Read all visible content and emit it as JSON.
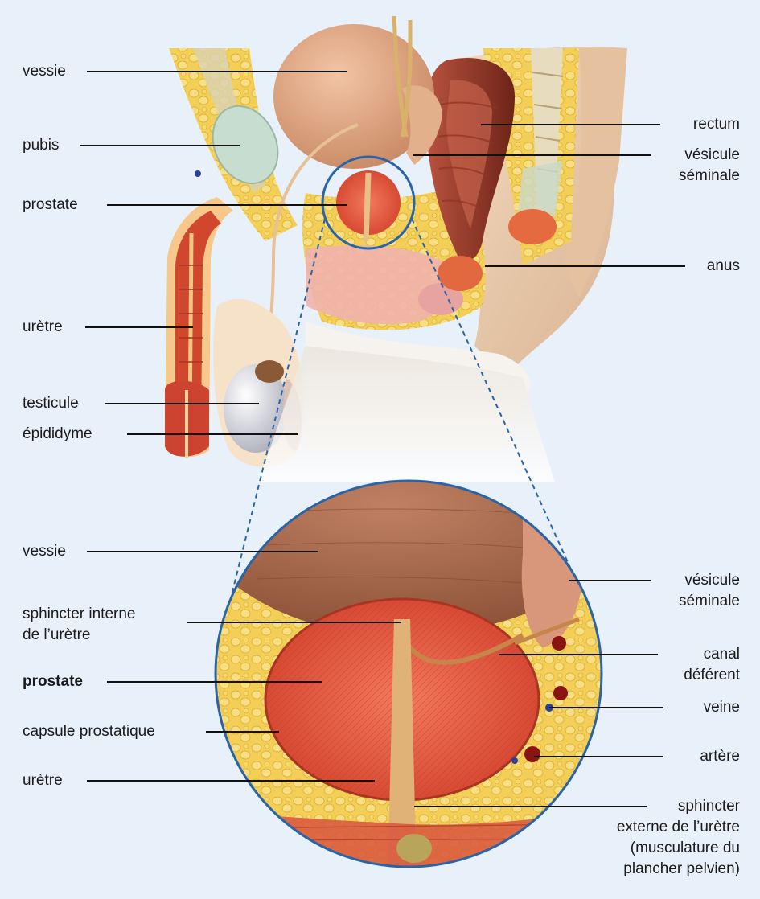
{
  "colors": {
    "background": "#e8f1fa",
    "zoom_ring": "#2a64a8",
    "leader_line": "#111111",
    "fat": "#f2cf55",
    "prostate": "#e0553b",
    "bladder": "#a66a4e"
  },
  "labels_left_upper": {
    "vessie": "vessie",
    "pubis": "pubis",
    "prostate": "prostate",
    "uretre": "urètre",
    "testicule": "testicule",
    "epididyme": "épididyme"
  },
  "labels_right_upper": {
    "rectum": "rectum",
    "vesicule_1": "vésicule",
    "vesicule_2": "séminale",
    "anus": "anus"
  },
  "labels_left_lower": {
    "vessie": "vessie",
    "sphincter_int_1": "sphincter interne",
    "sphincter_int_2": "de l’urètre",
    "prostate": "prostate",
    "capsule": "capsule prostatique",
    "uretre": "urètre"
  },
  "labels_right_lower": {
    "vesicule_1": "vésicule",
    "vesicule_2": "séminale",
    "canal_1": "canal",
    "canal_2": "déférent",
    "veine": "veine",
    "artere": "artère",
    "sphincter_ext_1": "sphincter",
    "sphincter_ext_2": "externe de l’urètre",
    "sphincter_ext_3": "(musculature du",
    "sphincter_ext_4": "plancher pelvien)"
  }
}
